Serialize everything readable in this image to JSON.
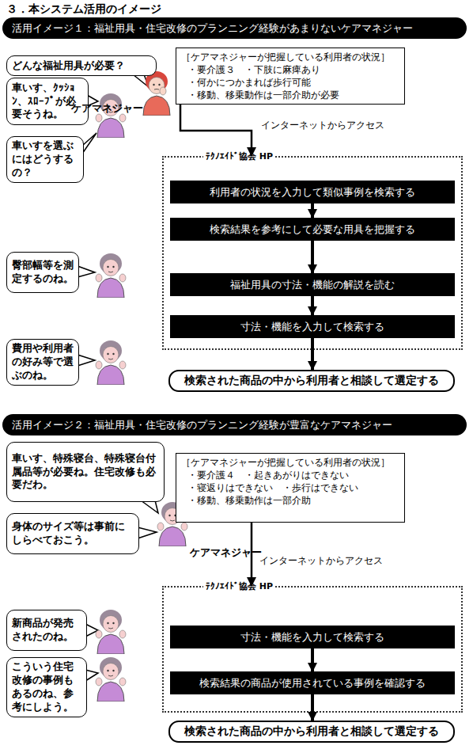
{
  "diagram": {
    "title": "３．本システム活用のイメージ",
    "nodes": [
      {
        "text": [
          "活用イメージ１：福祉用具・住宅改修のプランニング経験があまりないケアマネジャー"
        ]
      },
      {
        "text": [
          "どんな福祉用具が必要？"
        ]
      },
      {
        "text": [
          "［ケアマネジャーが把握している利用者の状況］",
          "・要介護３　・下肢に麻痺あり",
          "・何かにつかまれば歩行可能",
          "・移動、移乗動作は一部介助が必要"
        ]
      },
      {
        "text": [
          "車いす、ｸｯｼｮﾝ、ｽﾛｰﾌﾟが必要そうね。"
        ]
      },
      {
        "text": [
          "車いすを選ぶにはどうするの？"
        ]
      },
      {
        "text": [
          "臀部幅等を測定するのね。"
        ]
      },
      {
        "text": [
          "費用や利用者の好み等で選ぶのね。"
        ]
      },
      {
        "text": [
          "ﾃｸﾉｴｲﾄﾞ協会 HP"
        ]
      },
      {
        "text": [
          "利用者の状況を入力して類似事例を検索する"
        ],
        "in": 7
      },
      {
        "text": [
          "検索結果を参考にして必要な用具を把握する"
        ],
        "in": 7
      },
      {
        "text": [
          "福祉用具の寸法・機能の解説を読む"
        ],
        "in": 7
      },
      {
        "text": [
          "寸法・機能を入力して検索する"
        ],
        "in": 7
      },
      {
        "text": [
          "検索された商品の中から利用者と相談して選定する"
        ]
      },
      {
        "text": [
          "活用イメージ２：福祉用具・住宅改修のプランニング経験が豊富なケアマネジャー"
        ]
      },
      {
        "text": [
          "車いす、特殊寝台、特殊寝台付属品等が必要ね。住宅改修も必要だわ。"
        ]
      },
      {
        "text": [
          "身体のサイズ等は事前にしらべておこう。"
        ]
      },
      {
        "text": [
          "［ケアマネジャーが把握している利用者の状況］",
          "・要介護４　・起きあがりはできない",
          "・寝返りはできない　・歩行はできない",
          "・移動、移乗動作は一部介助"
        ]
      },
      {
        "text": [
          "新商品が発売されたのね。"
        ]
      },
      {
        "text": [
          "こういう住宅改修の事例もあるのね、参考にしよう。"
        ]
      },
      {
        "text": [
          "ﾃｸﾉｴｲﾄﾞ協会 HP"
        ]
      },
      {
        "text": [
          "寸法・機能を入力して検索する"
        ],
        "in": 19
      },
      {
        "text": [
          "検索結果の商品が使用されている事例を確認する"
        ],
        "in": 19
      },
      {
        "text": [
          "検索された商品の中から利用者と相談して選定する"
        ]
      }
    ],
    "edges": [
      {
        "from": 2,
        "to": 7,
        "label": "インターネットからアクセス",
        "arrow": "to"
      },
      {
        "from": 8,
        "to": 9,
        "arrow": "to"
      },
      {
        "from": 9,
        "to": 10,
        "arrow": "to"
      },
      {
        "from": 10,
        "to": 11,
        "arrow": "to"
      },
      {
        "from": 11,
        "to": 12,
        "arrow": "to"
      },
      {
        "from": 16,
        "to": 19,
        "label": "インターネットからアクセス",
        "arrow": "to"
      },
      {
        "from": 20,
        "to": 21,
        "arrow": "to"
      },
      {
        "from": 21,
        "to": 22,
        "arrow": "to"
      }
    ],
    "labels": [
      "ケアマネジャー",
      "ケアマネジャー"
    ]
  }
}
